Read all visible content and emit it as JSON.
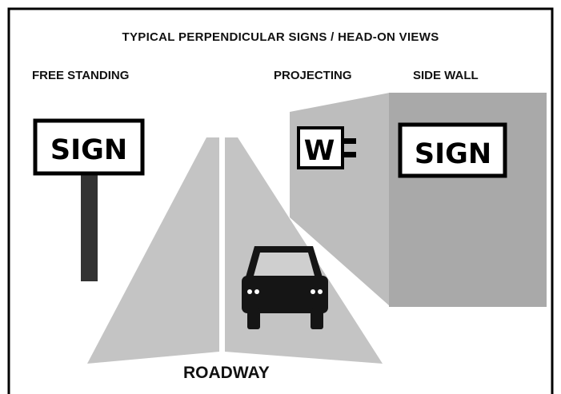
{
  "diagram": {
    "title": "TYPICAL PERPENDICULAR SIGNS / HEAD-ON VIEWS",
    "labels": {
      "free_standing": "FREE STANDING",
      "projecting": "PROJECTING",
      "side_wall": "SIDE WALL",
      "roadway": "ROADWAY"
    },
    "signs": {
      "free_standing_text": "SIGN",
      "projecting_text": "W",
      "side_wall_text": "SIGN"
    },
    "colors": {
      "border": "#000000",
      "road": "#c4c4c4",
      "wall_face": "#bdbdbd",
      "wall_side": "#a9a9a9",
      "post": "#333333",
      "car": "#151515",
      "windshield": "#cfcfcf"
    }
  }
}
